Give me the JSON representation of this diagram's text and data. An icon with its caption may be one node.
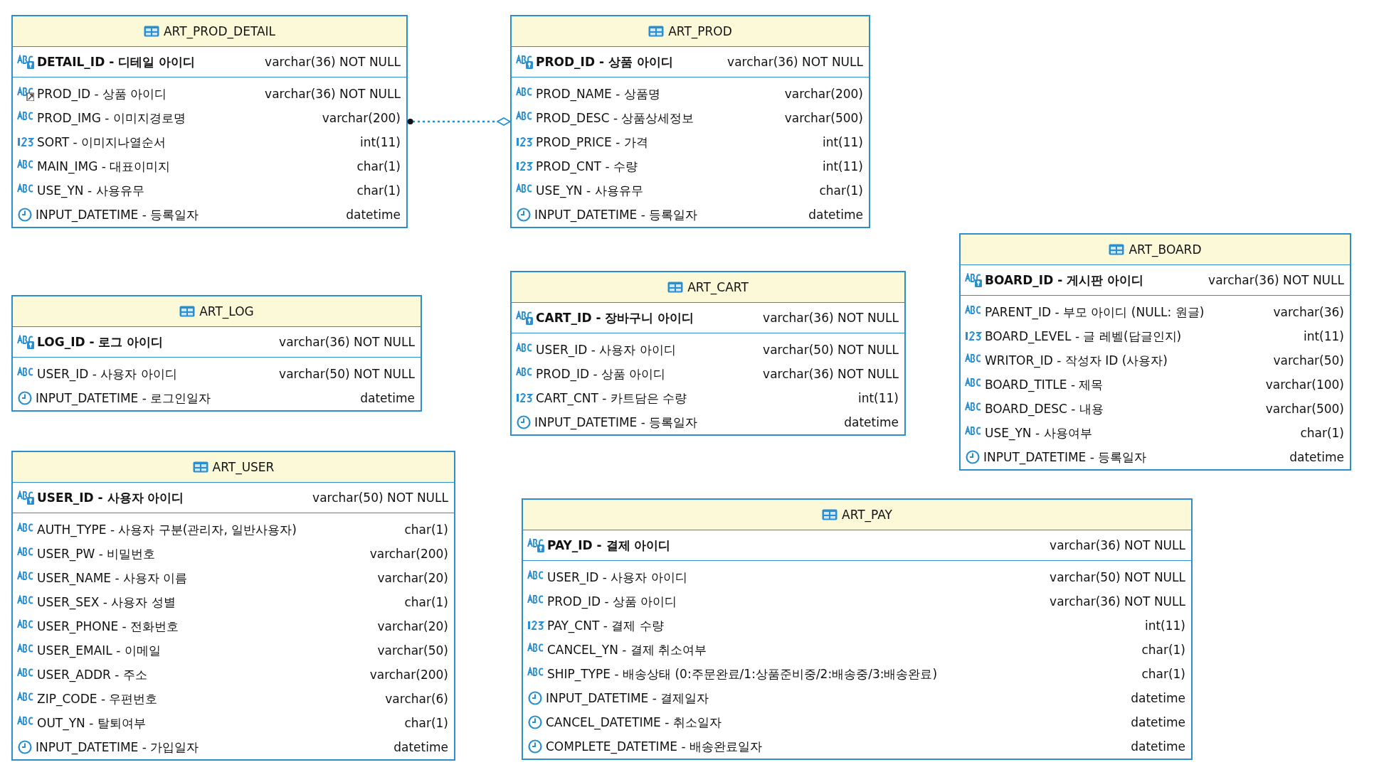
{
  "diagram": {
    "nodes": [
      {
        "text": [
          "ART_PROD_DETAIL",
          "DETAIL_ID - 디테일 아이디",
          "varchar(36) NOT NULL",
          "PROD_ID - 상품 아이디",
          "varchar(36) NOT NULL",
          "PROD_IMG - 이미지경로명",
          "varchar(200)",
          "SORT - 이미지나열순서",
          "int(11)",
          "MAIN_IMG - 대표이미지",
          "char(1)",
          "USE_YN - 사용유무",
          "char(1)",
          "INPUT_DATETIME - 등록일자",
          "datetime"
        ]
      },
      {
        "text": [
          "ART_PROD",
          "PROD_ID - 상품 아이디",
          "varchar(36) NOT NULL",
          "PROD_NAME - 상품명",
          "varchar(200)",
          "PROD_DESC - 상품상세정보",
          "varchar(500)",
          "PROD_PRICE - 가격",
          "int(11)",
          "PROD_CNT - 수량",
          "int(11)",
          "USE_YN - 사용유무",
          "char(1)",
          "INPUT_DATETIME - 등록일자",
          "datetime"
        ]
      },
      {
        "text": [
          "ART_BOARD",
          "BOARD_ID - 게시판 아이디",
          "varchar(36) NOT NULL",
          "PARENT_ID - 부모 아이디 (NULL: 원글)",
          "varchar(36)",
          "BOARD_LEVEL - 글 레벨(답글인지)",
          "int(11)",
          "WRITOR_ID - 작성자 ID (사용자)",
          "varchar(50)",
          "BOARD_TITLE - 제목",
          "varchar(100)",
          "BOARD_DESC - 내용",
          "varchar(500)",
          "USE_YN - 사용여부",
          "char(1)",
          "INPUT_DATETIME - 등록일자",
          "datetime"
        ]
      },
      {
        "text": [
          "ART_CART",
          "CART_ID - 장바구니 아이디",
          "varchar(36) NOT NULL",
          "USER_ID - 사용자 아이디",
          "varchar(50) NOT NULL",
          "PROD_ID - 상품 아이디",
          "varchar(36) NOT NULL",
          "CART_CNT - 카트담은 수량",
          "int(11)",
          "INPUT_DATETIME - 등록일자",
          "datetime"
        ]
      },
      {
        "text": [
          "ART_LOG",
          "LOG_ID - 로그 아이디",
          "varchar(36) NOT NULL",
          "USER_ID - 사용자 아이디",
          "varchar(50) NOT NULL",
          "INPUT_DATETIME - 로그인일자",
          "datetime"
        ]
      },
      {
        "text": [
          "ART_USER",
          "USER_ID - 사용자 아이디",
          "varchar(50) NOT NULL",
          "AUTH_TYPE - 사용자 구분(관리자, 일반사용자)",
          "char(1)",
          "USER_PW - 비밀번호",
          "varchar(200)",
          "USER_NAME - 사용자 이름",
          "varchar(20)",
          "USER_SEX - 사용자 성별",
          "char(1)",
          "USER_PHONE - 전화번호",
          "varchar(20)",
          "USER_EMAIL - 이메일",
          "varchar(50)",
          "USER_ADDR - 주소",
          "varchar(200)",
          "ZIP_CODE - 우편번호",
          "varchar(6)",
          "OUT_YN - 탈퇴여부",
          "char(1)",
          "INPUT_DATETIME - 가입일자",
          "datetime"
        ]
      },
      {
        "text": [
          "ART_PAY",
          "PAY_ID - 결제 아이디",
          "varchar(36) NOT NULL",
          "USER_ID - 사용자 아이디",
          "varchar(50) NOT NULL",
          "PROD_ID - 상품 아이디",
          "varchar(36) NOT NULL",
          "PAY_CNT - 결제 수량",
          "int(11)",
          "CANCEL_YN - 결제 취소여부",
          "char(1)",
          "SHIP_TYPE - 배송상태 (0:주문완료/1:상품준비중/2:배송중/3:배송완료)",
          "char(1)",
          "INPUT_DATETIME - 결제일자",
          "datetime",
          "CANCEL_DATETIME - 취소일자",
          "datetime",
          "COMPLETE_DATETIME - 배송완료일자",
          "datetime"
        ]
      }
    ],
    "edges": [
      {
        "from": 0,
        "to": 1,
        "arrow": "other",
        "style": "dashed"
      }
    ]
  }
}
